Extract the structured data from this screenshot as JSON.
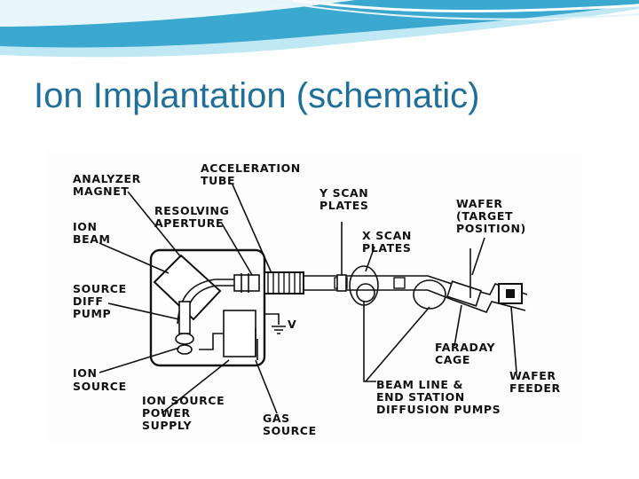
{
  "slide": {
    "title": "Ion Implantation (schematic)",
    "theme_colors": {
      "title": "#1f6f9a",
      "wave_dark": "#3aa8cf",
      "wave_light": "#bfe8f4"
    }
  },
  "diagram": {
    "labels": {
      "analyzer_magnet": [
        "ANALYZER",
        "MAGNET"
      ],
      "ion_beam": [
        "ION",
        "BEAM"
      ],
      "source_diff_pump": [
        "SOURCE",
        "DIFF",
        "PUMP"
      ],
      "ion_source": [
        "ION",
        "SOURCE"
      ],
      "acceleration_tube": [
        "ACCELERATION",
        "TUBE"
      ],
      "resolving_aperture": [
        "RESOLVING",
        "APERTURE"
      ],
      "y_scan_plates": [
        "Y SCAN",
        "PLATES"
      ],
      "x_scan_plates": [
        "X SCAN",
        "PLATES"
      ],
      "wafer": [
        "WAFER",
        "(TARGET",
        "POSITION)"
      ],
      "faraday_cage": [
        "FARADAY",
        "CAGE"
      ],
      "wafer_feeder": [
        "WAFER",
        "FEEDER"
      ],
      "beam_line": [
        "BEAM LINE &",
        "END STATION",
        "DIFFUSION PUMPS"
      ],
      "ion_source_power_supply": [
        "ION SOURCE",
        "POWER",
        "SUPPLY"
      ],
      "gas_source": [
        "GAS",
        "SOURCE"
      ],
      "voltage": "V"
    }
  }
}
